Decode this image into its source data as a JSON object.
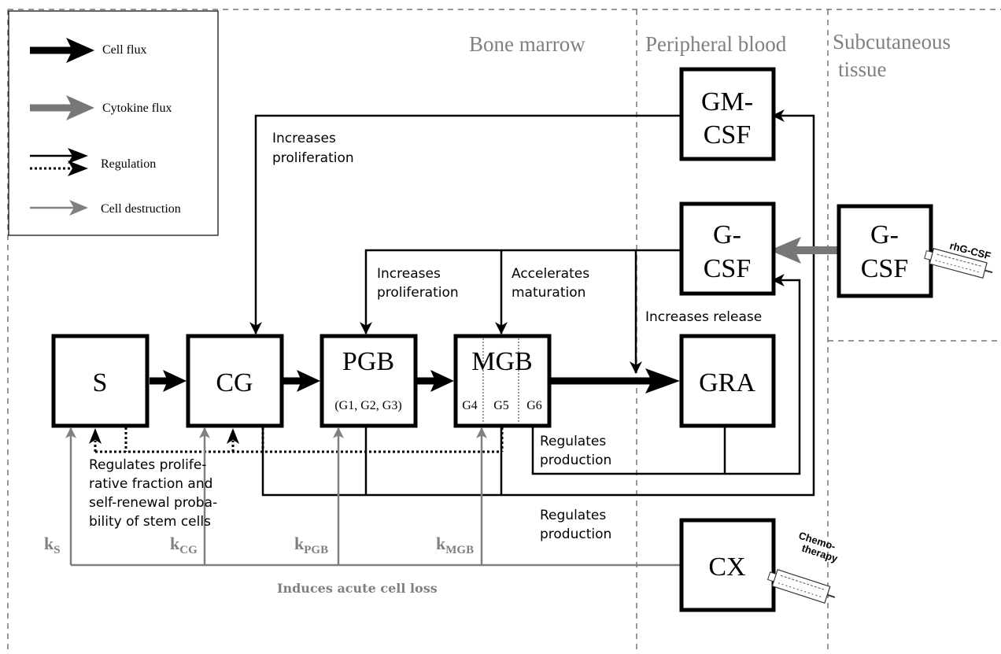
{
  "legend": {
    "cell_flux": "Cell flux",
    "cytokine_flux": "Cytokine flux",
    "regulation": "Regulation",
    "cell_destruction": "Cell destruction"
  },
  "regions": {
    "bone_marrow": "Bone marrow",
    "peripheral_blood": "Peripheral blood",
    "subcutaneous_line1": "Subcutaneous",
    "subcutaneous_line2": "tissue"
  },
  "boxes": {
    "s": "S",
    "cg": "CG",
    "pgb": "PGB",
    "pgb_sub": "(G1, G2, G3)",
    "mgb": "MGB",
    "mgb_g4": "G4",
    "mgb_g5": "G5",
    "mgb_g6": "G6",
    "gra": "GRA",
    "gmcsf_line1": "GM-",
    "gmcsf_line2": "CSF",
    "gcsf_line1": "G-",
    "gcsf_line2": "CSF",
    "gcsf_sc_line1": "G-",
    "gcsf_sc_line2": "CSF",
    "cx": "CX"
  },
  "annotations": {
    "gm_increases_1": "Increases",
    "gm_increases_2": "proliferation",
    "g_increases_1": "Increases",
    "g_increases_2": "proliferation",
    "accelerates_1": "Accelerates",
    "accelerates_2": "maturation",
    "increases_release": "Increases release",
    "regulates_prod_a1": "Regulates",
    "regulates_prod_a2": "production",
    "regulates_prod_b1": "Regulates",
    "regulates_prod_b2": "production",
    "stem_1": "Regulates prolife-",
    "stem_2": "rative fraction and",
    "stem_3": "self-renewal proba-",
    "stem_4": "bility of stem cells",
    "acute_loss": "Induces acute cell loss"
  },
  "rates": {
    "k": "k",
    "s_sub": "S",
    "cg_sub": "CG",
    "pgb_sub": "PGB",
    "mgb_sub": "MGB"
  },
  "syringes": {
    "rhgcsf": "rhG-CSF",
    "chemo_1": "Chemo-",
    "chemo_2": "therapy"
  },
  "colors": {
    "cell_flux": "#000000",
    "cytokine_flux": "#777777",
    "destruction": "#808080",
    "region_text": "#808080"
  }
}
